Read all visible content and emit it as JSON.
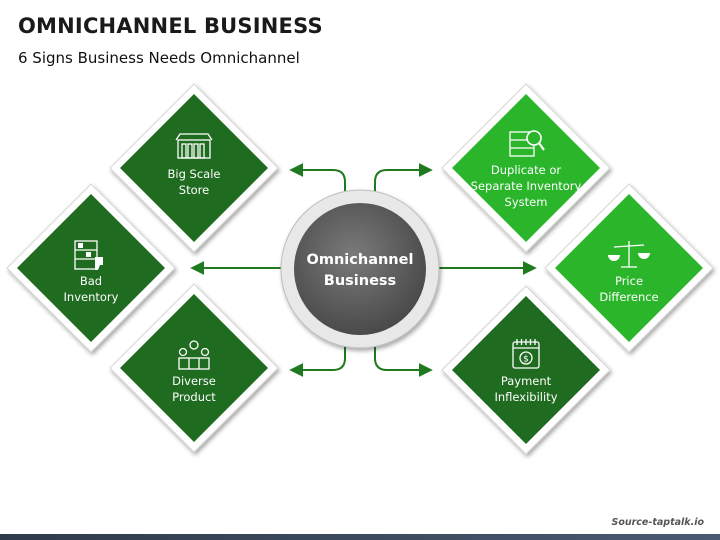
{
  "header": {
    "title": "OMNICHANNEL BUSINESS",
    "subtitle": "6 Signs Business Needs Omnichannel"
  },
  "hub": {
    "label_lines": [
      "Omnichannel",
      "Business"
    ]
  },
  "signs": [
    {
      "id": "big-scale-store",
      "label_lines": [
        "Big Scale",
        "Store"
      ],
      "icon": "store-icon",
      "color": "#1f6b1f"
    },
    {
      "id": "bad-inventory",
      "label_lines": [
        "Bad",
        "Inventory"
      ],
      "icon": "inventory-thumbs-down-icon",
      "color": "#1f6b1f"
    },
    {
      "id": "diverse-product",
      "label_lines": [
        "Diverse",
        "Product"
      ],
      "icon": "diverse-products-icon",
      "color": "#1f6b1f"
    },
    {
      "id": "duplicate-inventory",
      "label_lines": [
        "Duplicate or",
        "Separate Inventory",
        "System"
      ],
      "icon": "inventory-search-icon",
      "color": "#2bb52b"
    },
    {
      "id": "price-difference",
      "label_lines": [
        "Price",
        "Difference"
      ],
      "icon": "scale-balance-icon",
      "color": "#2bb52b"
    },
    {
      "id": "payment-inflexibility",
      "label_lines": [
        "Payment",
        "Inflexibility"
      ],
      "icon": "calendar-payment-icon",
      "color": "#1f6b1f"
    }
  ],
  "footer": {
    "source": "Source-taptalk.io"
  },
  "colors": {
    "dark_green": "#1f6b1f",
    "bright_green": "#2bb52b",
    "hub_gray": "#5c5c5c",
    "arrow_green": "#1f7a1f"
  }
}
